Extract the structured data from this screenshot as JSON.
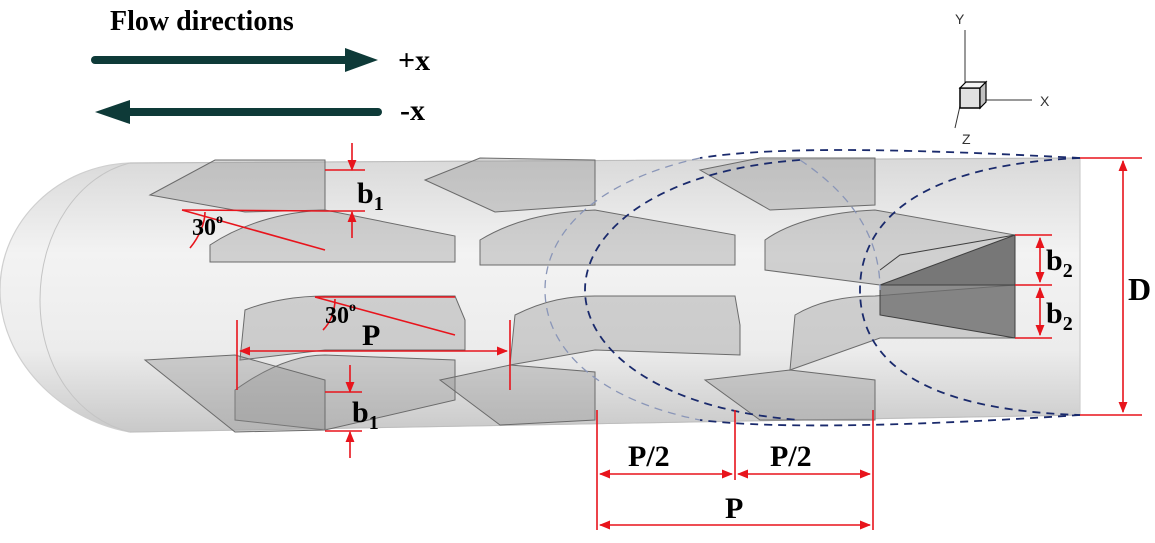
{
  "flow": {
    "title": "Flow directions",
    "plus_label": "+x",
    "minus_label": "-x",
    "arrow_color": "#0e3a38"
  },
  "axes": {
    "y_label": "Y",
    "x_label": "X",
    "z_label": "Z"
  },
  "dimensions": {
    "b1_top": {
      "base": "b",
      "sub": "1"
    },
    "b1_bottom": {
      "base": "b",
      "sub": "1"
    },
    "b2_upper": {
      "base": "b",
      "sub": "2"
    },
    "b2_lower": {
      "base": "b",
      "sub": "2"
    },
    "angle_top": "30",
    "angle_mid": "30",
    "angle_symbol": "o",
    "pitch_mid": "P",
    "half_pitch_left": "P/2",
    "half_pitch_right": "P/2",
    "pitch_bottom": "P",
    "diameter": "D",
    "dimension_color": "#e8141c",
    "dashed_color": "#1a2a6c"
  }
}
